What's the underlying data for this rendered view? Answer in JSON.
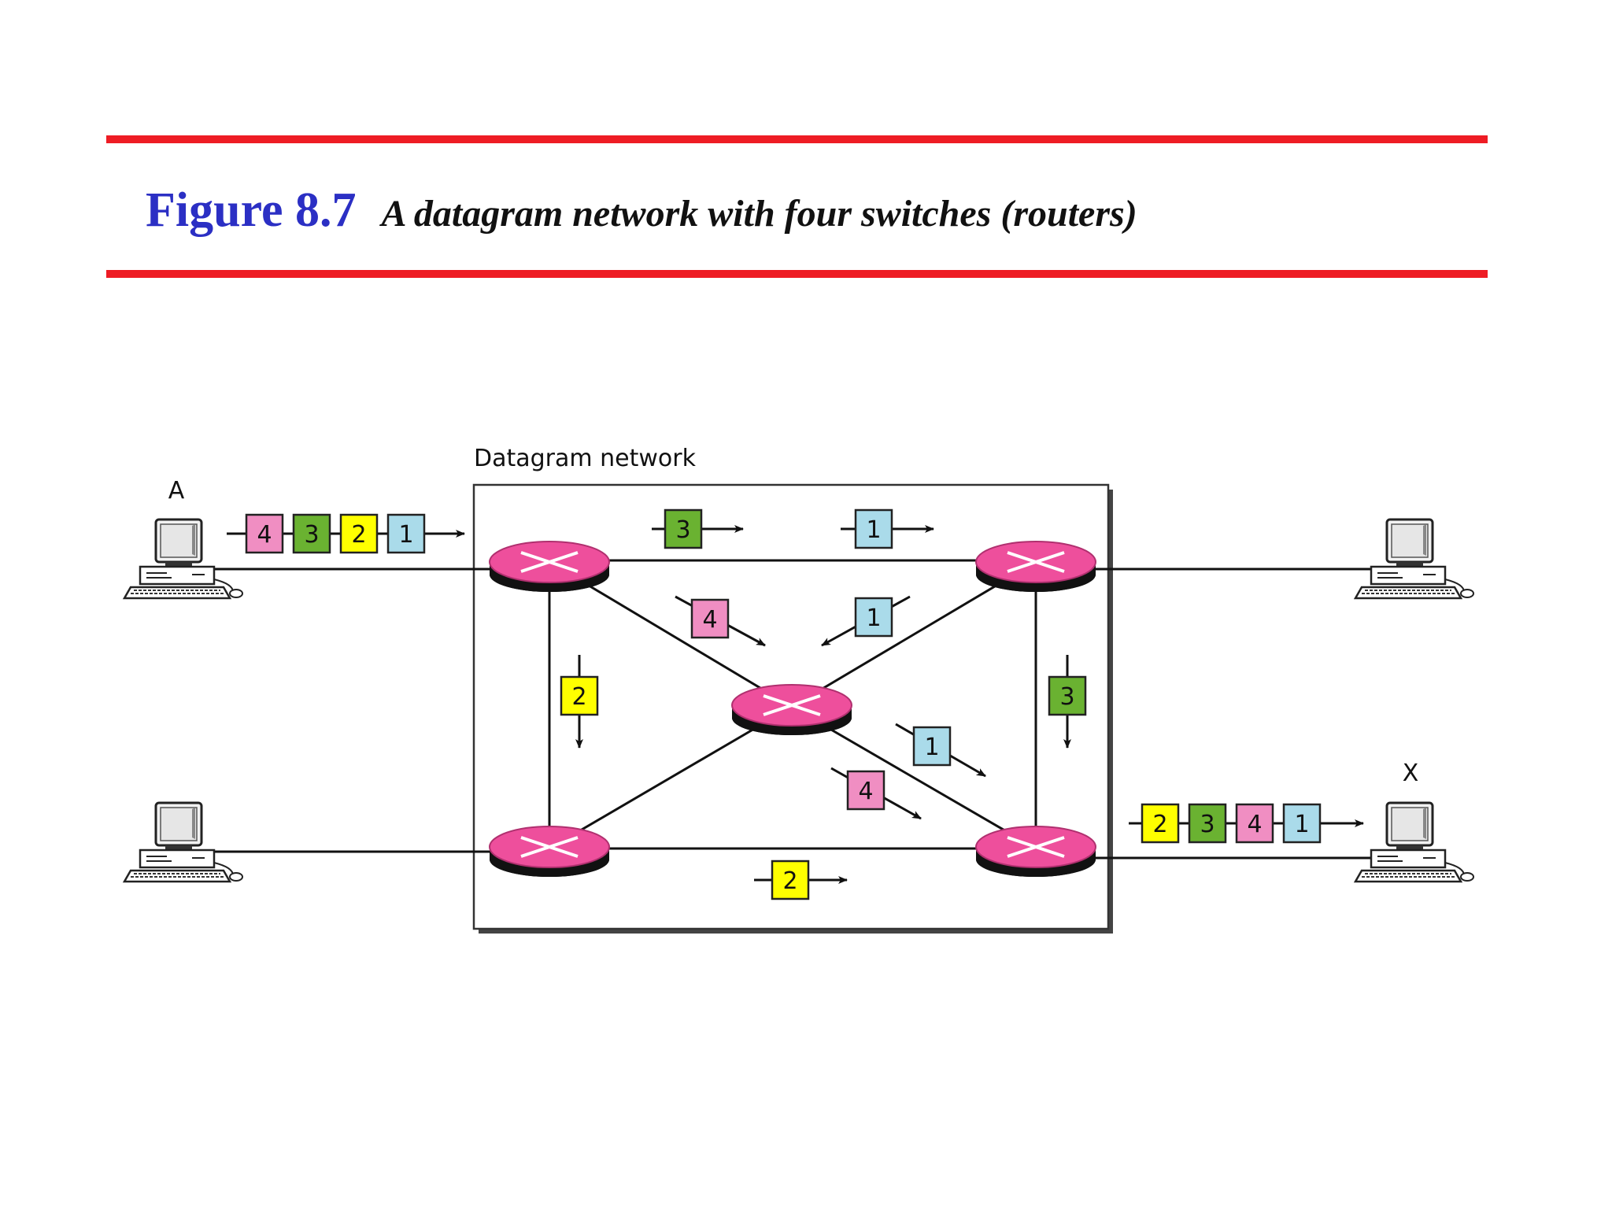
{
  "figure": {
    "number": "Figure 8.7",
    "title": "A datagram network with four switches (routers)"
  },
  "network_label": "Datagram network",
  "hosts": {
    "source": "A",
    "destination": "X"
  },
  "packet_colors": {
    "1": "#aadbea",
    "2": "#ffff00",
    "3": "#6ab231",
    "4": "#f08ec2"
  },
  "router_color": "#ee4f9c",
  "packets": {
    "input_sequence": [
      "4",
      "3",
      "2",
      "1"
    ],
    "output_sequence": [
      "2",
      "3",
      "4",
      "1"
    ],
    "top_link": [
      "3",
      "1"
    ],
    "diag_top_left": "4",
    "diag_top_right": "1",
    "left_link": "2",
    "right_link": "3",
    "diag_bottom_right": [
      "1",
      "4"
    ],
    "bottom_link": "2"
  }
}
